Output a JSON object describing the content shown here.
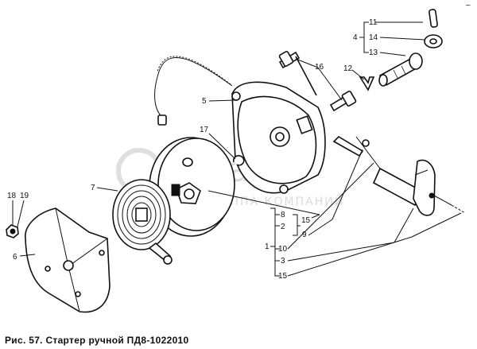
{
  "caption": "Рис. 57. Стартер ручной ПД8-1022010",
  "watermark": {
    "brand": "беларт",
    "tagline": "ГРУППА КОМПАНИЙ"
  },
  "labels": {
    "n1": "1",
    "n2": "2",
    "n3": "3",
    "n4": "4",
    "n5": "5",
    "n6": "6",
    "n7": "7",
    "n8": "8",
    "n9": "9",
    "n10": "10",
    "n11": "11",
    "n12": "12",
    "n13": "13",
    "n14": "14",
    "n15a": "15",
    "n15b": "15",
    "n16": "16",
    "n17": "17",
    "n18": "18",
    "n19": "19"
  },
  "corner_mark": "–"
}
